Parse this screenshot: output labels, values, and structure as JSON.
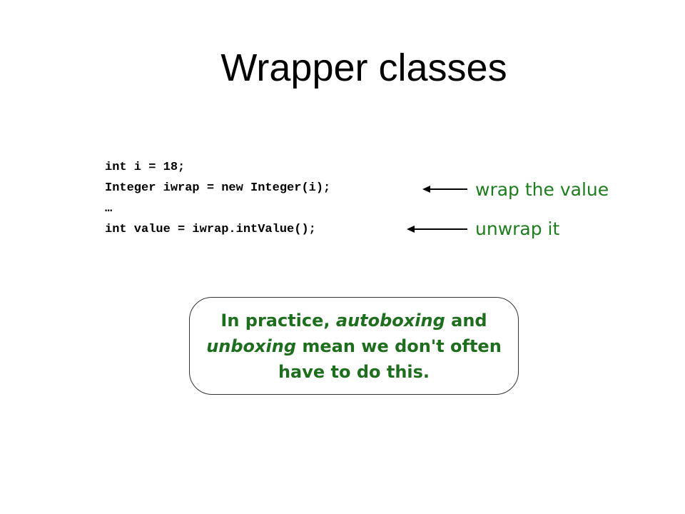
{
  "slide": {
    "title": "Wrapper classes"
  },
  "code": {
    "lines": [
      "int i = 18;",
      "Integer iwrap = new Integer(i);",
      "…",
      "int value = iwrap.intValue();"
    ]
  },
  "annotations": {
    "wrap": "wrap the value",
    "unwrap": "unwrap it"
  },
  "callout": {
    "part1": "In practice, ",
    "term1": "autoboxing",
    "part2": " and ",
    "term2": "unboxing",
    "part3": " mean we don't often have to do this."
  },
  "colors": {
    "annotation": "#1d7d1d",
    "callout_text": "#1d6e1d",
    "arrow": "#000000"
  },
  "icons": {
    "wrap_arrow": "left-arrow-icon",
    "unwrap_arrow": "left-arrow-icon"
  }
}
